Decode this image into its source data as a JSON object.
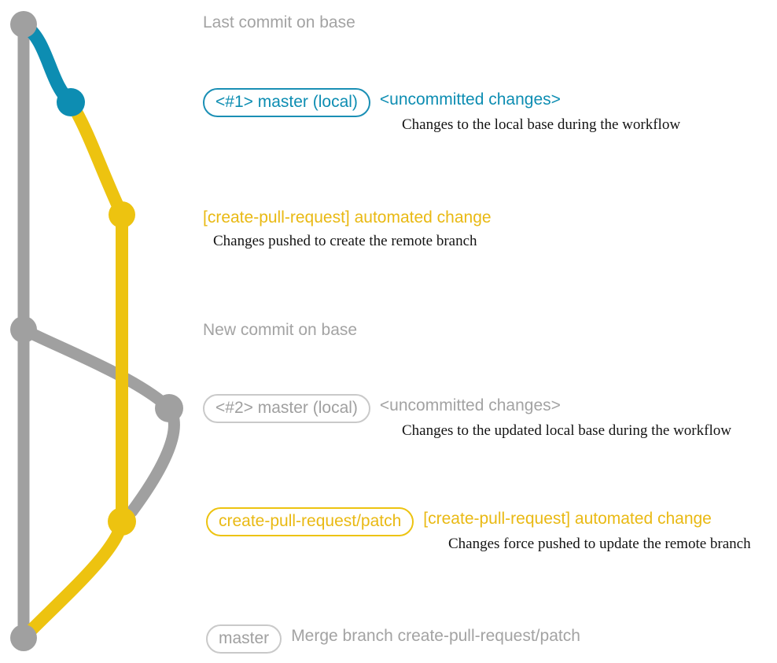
{
  "diagram": {
    "title_semantics": "git-commit-graph-create-pull-request-workflow",
    "colors": {
      "base_gray": "#a0a0a0",
      "teal": "#0d8db2",
      "amber": "#edc310",
      "text_dark": "#141414",
      "background": "#ffffff"
    }
  },
  "entries": [
    {
      "id": "last-commit-on-base",
      "badge": null,
      "headline": "Last commit on base",
      "headline_color": "gray",
      "subtext": null,
      "node_color": "gray"
    },
    {
      "id": "local-master-1",
      "badge": "<#1> master (local)",
      "badge_color": "teal",
      "headline": "<uncommitted changes>",
      "headline_color": "teal",
      "subtext": "Changes to the local base during the workflow",
      "node_color": "teal"
    },
    {
      "id": "automated-change-1",
      "badge": null,
      "headline": "[create-pull-request] automated change",
      "headline_color": "amber",
      "subtext": "Changes pushed to create the remote branch",
      "node_color": "amber"
    },
    {
      "id": "new-commit-on-base",
      "badge": null,
      "headline": "New commit on base",
      "headline_color": "gray",
      "subtext": null,
      "node_color": "gray"
    },
    {
      "id": "local-master-2",
      "badge": "<#2> master (local)",
      "badge_color": "gray",
      "headline": "<uncommitted changes>",
      "headline_color": "gray",
      "subtext": "Changes to the updated local base during the workflow",
      "node_color": "gray"
    },
    {
      "id": "automated-change-2",
      "badge": "create-pull-request/patch",
      "badge_color": "amber",
      "headline": "[create-pull-request] automated change",
      "headline_color": "amber",
      "subtext": "Changes force pushed to update the remote branch",
      "node_color": "amber"
    },
    {
      "id": "merge-commit",
      "badge": "master",
      "badge_color": "gray",
      "headline": "Merge branch create-pull-request/patch",
      "headline_color": "gray",
      "subtext": null,
      "node_color": "gray"
    }
  ]
}
